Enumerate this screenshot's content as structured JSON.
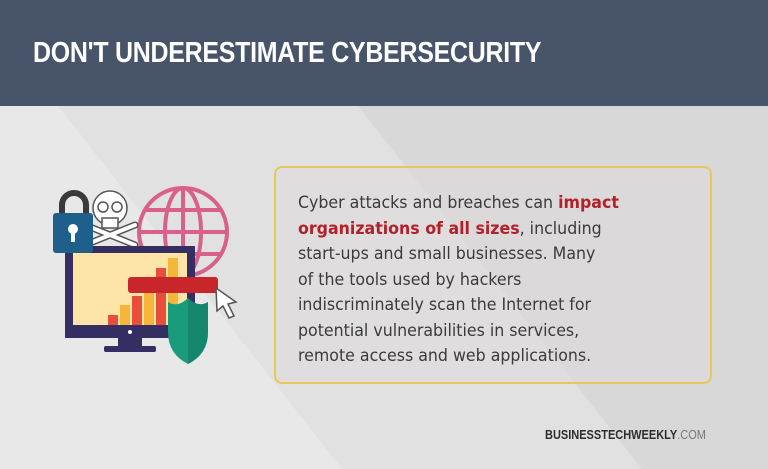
{
  "header": {
    "title": "DON'T UNDERESTIMATE CYBERSECURITY",
    "background_color": "#475469"
  },
  "card": {
    "text_before": "Cyber attacks and breaches can ",
    "highlight_line1": "impact",
    "highlight_line2": "organizations of all sizes",
    "line2_rest": ", including",
    "line3": "start-ups and small businesses.  Many",
    "line4": "of the tools used by hackers",
    "line5": "indiscriminately scan the Internet for",
    "line6": "potential vulnerabilities in services,",
    "line7": "remote access and web applications.",
    "border_color": "#e6c85a",
    "highlight_color": "#b3202a"
  },
  "illustration": {
    "icons": [
      "skull-crossbones-icon",
      "globe-icon",
      "padlock-icon",
      "monitor-icon",
      "bar-chart-icon",
      "red-bar-icon",
      "cursor-arrow-icon",
      "shield-icon"
    ]
  },
  "footer": {
    "brand_bold": "BUSINESSTECHWEEKLY",
    "brand_domain": ".COM"
  }
}
